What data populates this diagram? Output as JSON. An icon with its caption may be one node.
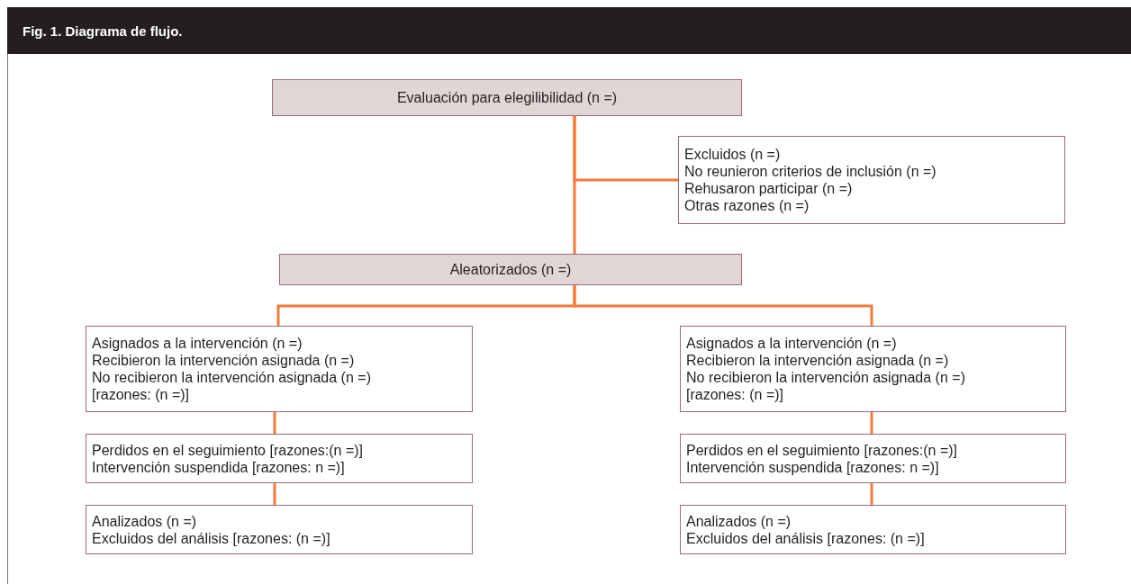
{
  "diagram": {
    "title": "Fig. 1. Diagrama de flujo.",
    "nodes": [
      {
        "text": [
          "Evaluación para elegilibilidad (n =)"
        ]
      },
      {
        "text": [
          "Excluidos (n =)",
          "No reunieron criterios de inclusión (n =)",
          "Rehusaron participar (n =)",
          "Otras razones (n =)"
        ]
      },
      {
        "text": [
          "Aleatorizados (n =)"
        ]
      },
      {
        "text": [
          "Asignados a la intervención (n =)",
          "Recibieron la intervención asignada (n =)",
          "No recibieron la intervención asignada (n =)",
          "[razones: (n =)]"
        ]
      },
      {
        "text": [
          "Asignados a la intervención (n =)",
          "Recibieron la intervención asignada (n =)",
          "No recibieron la intervención asignada (n =)",
          "[razones: (n =)]"
        ]
      },
      {
        "text": [
          "Perdidos en el seguimiento [razones:(n =)]",
          "Intervención suspendida [razones: n =)]"
        ]
      },
      {
        "text": [
          "Perdidos en el seguimiento [razones:(n =)]",
          "Intervención suspendida [razones: n =)]"
        ]
      },
      {
        "text": [
          "Analizados (n =)",
          "Excluidos del análisis [razones: (n =)]"
        ]
      },
      {
        "text": [
          "Analizados (n =)",
          "Excluidos del análisis [razones: (n =)]"
        ]
      }
    ],
    "edges": [
      {
        "from": 0,
        "to": 2,
        "arrow": "none"
      },
      {
        "from": 0,
        "to": 1,
        "arrow": "none"
      },
      {
        "from": 2,
        "to": 3,
        "arrow": "none"
      },
      {
        "from": 2,
        "to": 4,
        "arrow": "none"
      },
      {
        "from": 3,
        "to": 5,
        "arrow": "none"
      },
      {
        "from": 5,
        "to": 7,
        "arrow": "none"
      },
      {
        "from": 4,
        "to": 6,
        "arrow": "none"
      },
      {
        "from": 6,
        "to": 8,
        "arrow": "none"
      }
    ]
  }
}
